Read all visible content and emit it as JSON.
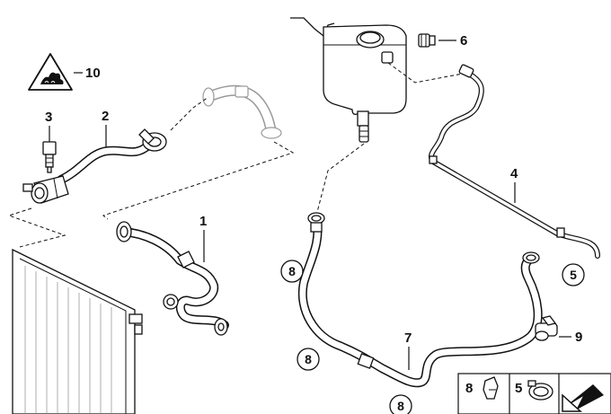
{
  "callouts": {
    "c1": "1",
    "c2": "2",
    "c3": "3",
    "c4": "4",
    "c6": "6",
    "c7": "7",
    "c9": "9",
    "c10": "10"
  },
  "circled": {
    "a": "8",
    "b": "8",
    "c": "8",
    "d": "5"
  },
  "legend": {
    "item_clip": "8",
    "item_clamp": "5"
  },
  "icons": {
    "warning": "hot-coolant-warning-icon",
    "arrow": "arrow-icon"
  }
}
